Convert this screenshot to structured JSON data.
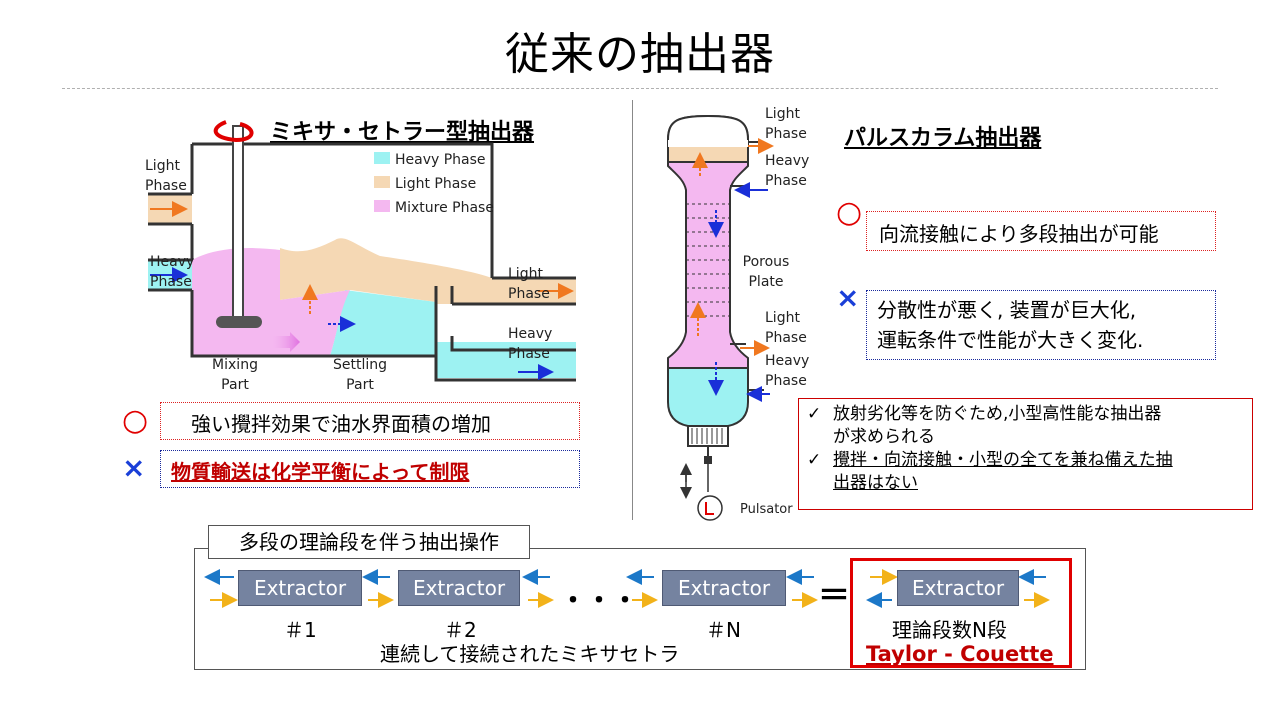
{
  "title": "従来の抽出器",
  "mixer": {
    "title": "ミキサ・セトラー型抽出器",
    "legend": [
      "Heavy Phase",
      "Light Phase",
      "Mixture Phase"
    ],
    "light_in": [
      "Light",
      "Phase"
    ],
    "heavy_in": [
      "Heavy",
      "Phase"
    ],
    "light_out": [
      "Light",
      "Phase"
    ],
    "heavy_out": [
      "Heavy",
      "Phase"
    ],
    "mixing": [
      "Mixing",
      "Part"
    ],
    "settling": [
      "Settling",
      "Part"
    ],
    "pro_mark": "○",
    "pro_text": "強い攪拌効果で油水界面積の増加",
    "con_mark": "×",
    "con_text": "物質輸送は化学平衡によって制限"
  },
  "pulse": {
    "title": "パルスカラム抽出器",
    "light_top": [
      "Light",
      "Phase"
    ],
    "heavy_top": [
      "Heavy",
      "Phase"
    ],
    "porous": [
      "Porous",
      "Plate"
    ],
    "light_bot": [
      "Light",
      "Phase"
    ],
    "heavy_bot": [
      "Heavy",
      "Phase"
    ],
    "pulsator": "Pulsator",
    "pro_mark": "○",
    "pro_text": "向流接触により多段抽出が可能",
    "con_mark": "×",
    "con_text": [
      "分散性が悪く, 装置が巨大化,",
      "運転条件で性能が大きく変化."
    ]
  },
  "note": {
    "check": "✓",
    "line1": [
      "放射劣化等を防ぐため,小型高性能な抽出器",
      "が求められる"
    ],
    "line2": [
      "攪拌・向流接触・小型の全てを兼ね備えた抽",
      "出器はない"
    ]
  },
  "ops": {
    "title": "多段の理論段を伴う抽出操作",
    "extractor": "Extractor",
    "labels": [
      "＃1",
      "＃2",
      "＃N"
    ],
    "dots": "・・・",
    "equals": "＝",
    "series": "連続して接続されたミキサセトラ",
    "stages": "理論段数N段",
    "taylor": "Taylor - Couette"
  },
  "colors": {
    "heavy": "#9df2f2",
    "light": "#f5d8b4",
    "mixture": "#f4b8f0",
    "arrow_orange": "#f07820",
    "arrow_blue": "#1a2fd8",
    "arrow_yellow": "#f2b21a",
    "arrow_cyan": "#1c78c8"
  }
}
